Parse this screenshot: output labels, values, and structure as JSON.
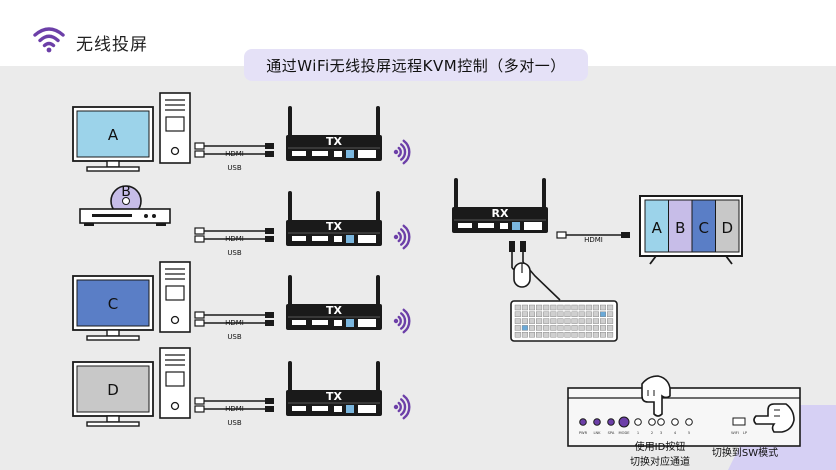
{
  "header": {
    "title": "无线投屏",
    "icon": "wifi-icon",
    "accent": "#6c3fa8"
  },
  "headline": "通过WiFi无线投屏远程KVM控制（多对一）",
  "sources": [
    {
      "label": "A",
      "type": "pc-monitor",
      "screen_color": "#9cd3ea"
    },
    {
      "label": "B",
      "type": "dvd-player",
      "disc_color": "#c7bde8"
    },
    {
      "label": "C",
      "type": "pc-monitor",
      "screen_color": "#5a7ec6"
    },
    {
      "label": "D",
      "type": "pc-monitor",
      "screen_color": "#c8c8c8"
    }
  ],
  "cables": {
    "hdmi": "HDMI",
    "usb": "USB"
  },
  "tx_label": "TX",
  "rx_label": "RX",
  "display": {
    "hdmi": "HDMI",
    "panels": [
      {
        "label": "A",
        "color": "#9cd3ea"
      },
      {
        "label": "B",
        "color": "#c7bde8"
      },
      {
        "label": "C",
        "color": "#5a7ec6"
      },
      {
        "label": "D",
        "color": "#c8c8c8"
      }
    ]
  },
  "panel_labels": [
    "PWR",
    "LNK",
    "SPA",
    "MODE",
    "1",
    "2",
    "3",
    "4",
    "5",
    "WIFI",
    "LP"
  ],
  "annotations": {
    "id_button_line1": "使用ID按钮",
    "id_button_line2": "切换对应通道",
    "sw_mode": "切换到SW模式"
  }
}
